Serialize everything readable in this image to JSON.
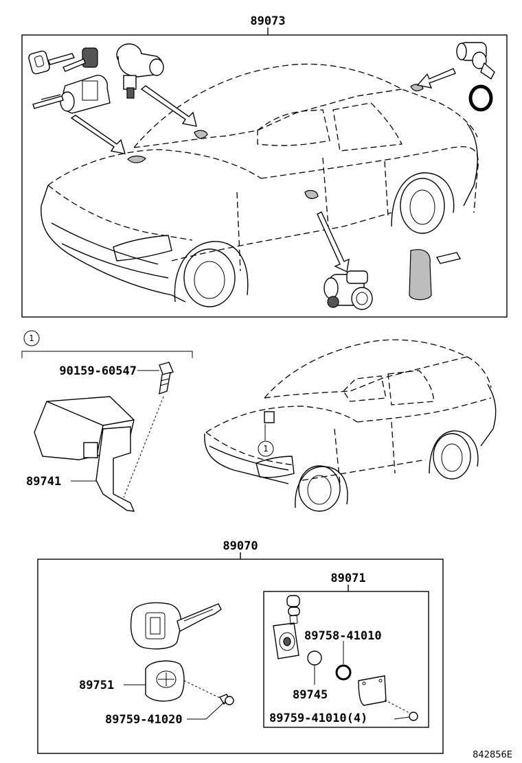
{
  "labels": {
    "top_group": "89073",
    "bracket_bolt": "90159-60547",
    "ecu_bracket": "89741",
    "callout_mark": "1",
    "key_group": "89070",
    "transmitter_group": "89071",
    "transmitter_part": "89758-41010",
    "battery": "89745",
    "transmitter_screw": "89759-41010(4)",
    "key_case": "89751",
    "key_screw": "89759-41020",
    "figure_id": "842856E"
  }
}
